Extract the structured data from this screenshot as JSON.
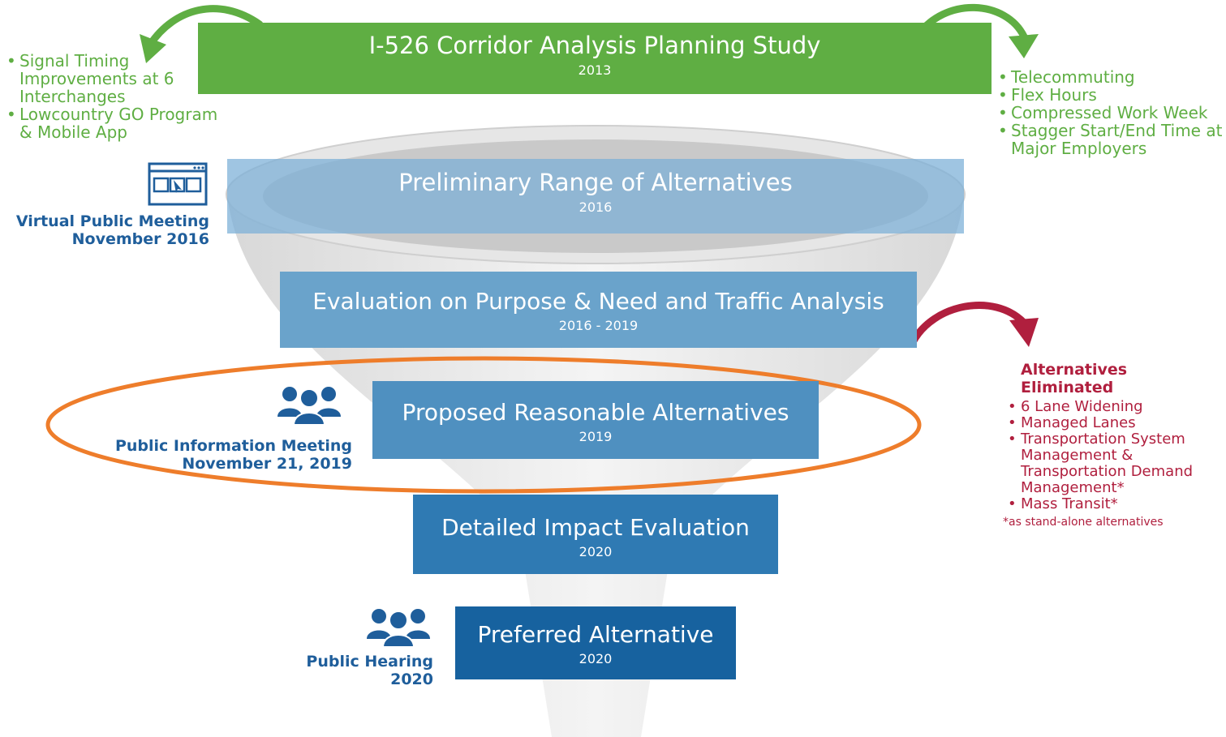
{
  "stages": {
    "s1": {
      "title": "I-526 Corridor Analysis Planning Study",
      "year": "2013"
    },
    "s2": {
      "title": "Preliminary Range of Alternatives",
      "year": "2016"
    },
    "s3": {
      "title": "Evaluation on Purpose & Need and Traffic Analysis",
      "year": "2016 - 2019"
    },
    "s4": {
      "title": "Proposed Reasonable Alternatives",
      "year": "2019"
    },
    "s5": {
      "title": "Detailed Impact Evaluation",
      "year": "2020"
    },
    "s6": {
      "title": "Preferred Alternative",
      "year": "2020"
    }
  },
  "left_outcomes": {
    "items": [
      "Signal Timing Improvements at 6 Interchanges",
      "Lowcountry GO Program & Mobile App"
    ]
  },
  "right_outcomes": {
    "items": [
      "Telecommuting",
      "Flex Hours",
      "Compressed Work Week",
      "Stagger Start/End Time at Major Employers"
    ]
  },
  "meetings": {
    "virtual": {
      "line1": "Virtual Public Meeting",
      "line2": "November 2016",
      "icon": "monitor-icon"
    },
    "info": {
      "line1": "Public Information Meeting",
      "line2": "November 21, 2019",
      "icon": "people-icon"
    },
    "hearing": {
      "line1": "Public Hearing",
      "line2": "2020",
      "icon": "people-icon"
    }
  },
  "eliminated": {
    "heading": "Alternatives Eliminated",
    "items": [
      "6 Lane Widening",
      "Managed Lanes",
      "Transportation System Management & Transportation Demand Management*",
      "Mass Transit*"
    ],
    "footnote": "*as stand-alone alternatives"
  },
  "colors": {
    "green": "#5fae43",
    "stage2": "#8ab8d8",
    "stage3": "#6aa3cb",
    "stage4": "#4f90c0",
    "stage5": "#2f7ab3",
    "stage6": "#17629f",
    "blue_text": "#1f5e9b",
    "red": "#b01f3e",
    "highlight": "#ee7d2b"
  }
}
